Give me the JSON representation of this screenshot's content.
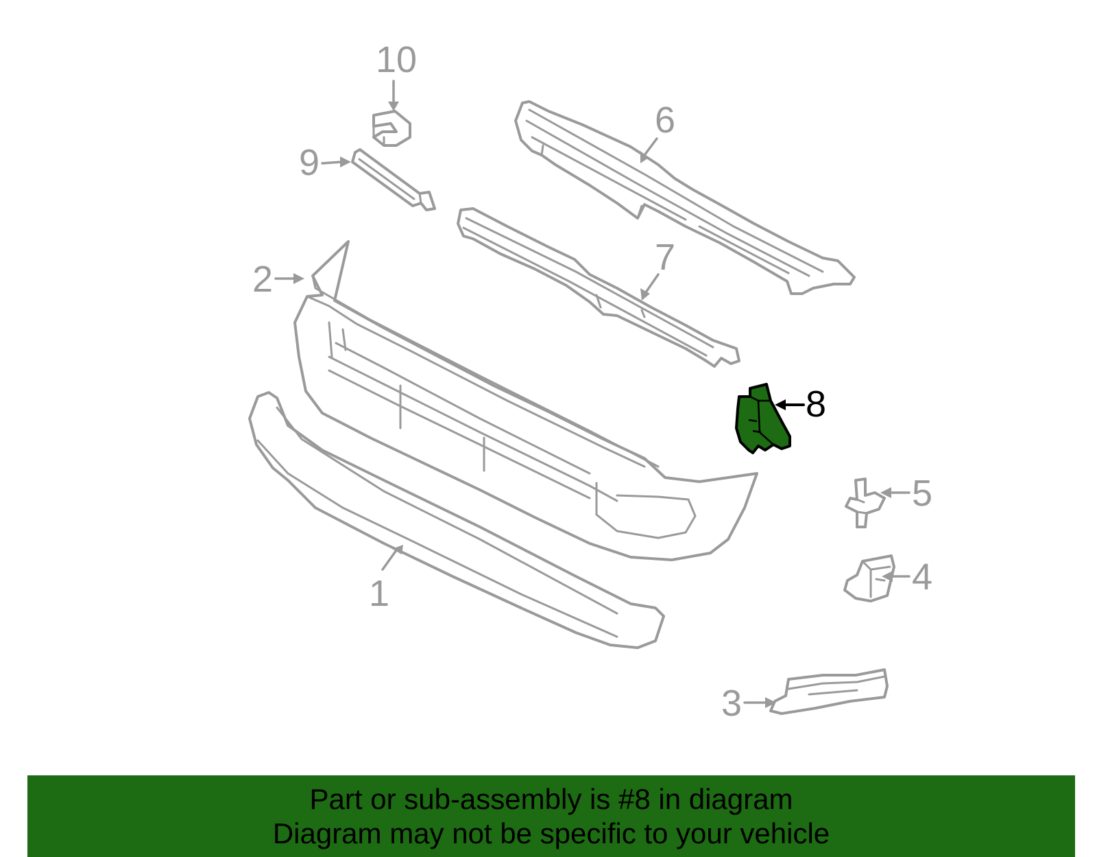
{
  "callouts": [
    {
      "id": "1",
      "label": "1"
    },
    {
      "id": "2",
      "label": "2"
    },
    {
      "id": "3",
      "label": "3"
    },
    {
      "id": "4",
      "label": "4"
    },
    {
      "id": "5",
      "label": "5"
    },
    {
      "id": "6",
      "label": "6"
    },
    {
      "id": "7",
      "label": "7"
    },
    {
      "id": "8",
      "label": "8",
      "highlighted": true
    },
    {
      "id": "9",
      "label": "9"
    },
    {
      "id": "10",
      "label": "10"
    }
  ],
  "banner": {
    "line1": "Part or sub-assembly is #8 in diagram",
    "line2": "Diagram may not be specific to your vehicle"
  },
  "colors": {
    "highlight": "#1d6b12",
    "outline": "#9a9a9a",
    "highlight_outline": "#000000",
    "background": "#ffffff"
  }
}
